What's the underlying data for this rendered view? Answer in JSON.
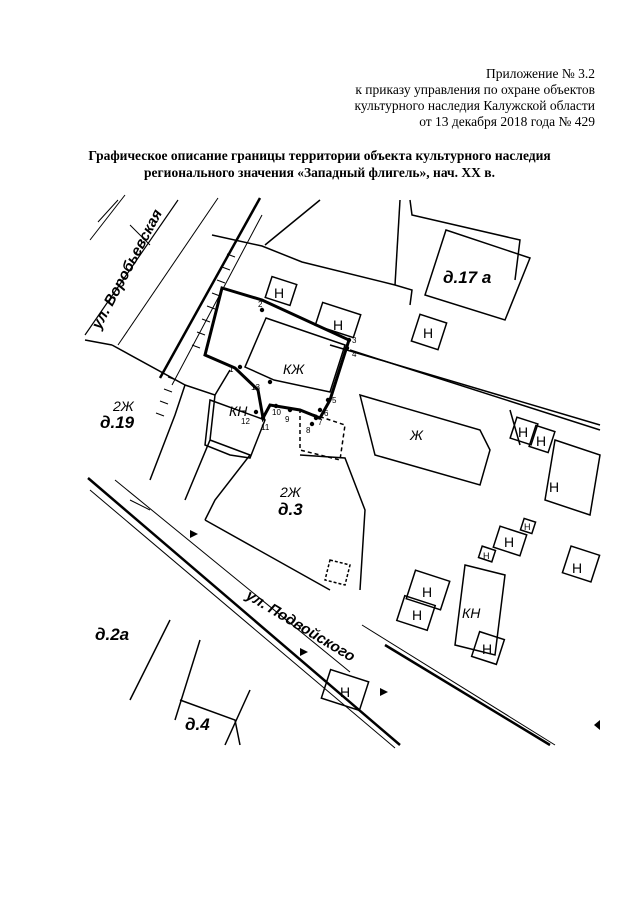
{
  "header": {
    "line1": "Приложение № 3.2",
    "line2": "к приказу управления по охране объектов",
    "line3": "культурного наследия Калужской области",
    "line4": "от 13 декабря 2018 года № 429"
  },
  "title": {
    "line1": "Графическое описание границы территории объекта культурного наследия",
    "line2": "регионального значения «Западный флигель», нач. XX в."
  },
  "map": {
    "streets": {
      "vorobyevskaya": "ул. Воробьевская",
      "podvoyskogo": "ул. Подвойского"
    },
    "houses": {
      "h17a": "д.17 а",
      "h19": "д.19",
      "h3": "д.3",
      "h2a": "д.2а",
      "h4": "д.4"
    },
    "building_types": {
      "residential_2": "2Ж",
      "residential": "Ж",
      "stone_residential": "КЖ",
      "stone_nonresidential": "КН",
      "nonresidential": "Н"
    },
    "boundary_points": [
      "1",
      "2",
      "3",
      "4",
      "5",
      "6",
      "7",
      "8",
      "9",
      "10",
      "11",
      "12",
      "13"
    ]
  }
}
